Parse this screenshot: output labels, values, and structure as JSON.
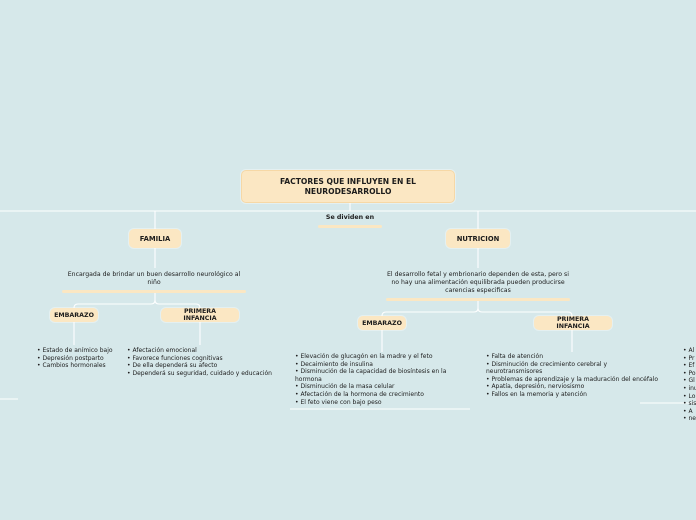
{
  "root": {
    "title": "FACTORES QUE INFLUYEN EN EL NEURODESARROLLO"
  },
  "connector": {
    "label": "Se dividen en"
  },
  "familia": {
    "title": "FAMILIA",
    "description": "Encargada de brindar un buen desarrollo neurológico al niño",
    "embarazo": {
      "title": "EMBARAZO",
      "items": [
        "Estado de anímico bajo",
        "Depresión postparto",
        "Cambios hormonales"
      ]
    },
    "primera_infancia": {
      "title": "PRIMERA INFANCIA",
      "items": [
        "Afectación emocional",
        "Favorece funciones cognitivas",
        "De ella dependerá su afecto",
        "Dependerá su seguridad, cuidado y educación"
      ]
    }
  },
  "nutricion": {
    "title": "NUTRICION",
    "description": "El desarrollo fetal y embrionario dependen de esta, pero si no hay una alimentación equilibrada pueden producirse carencias especificas",
    "embarazo": {
      "title": "EMBARAZO",
      "items": [
        "Elevación de glucagón en la madre y el feto",
        "Decaimiento de insulina",
        "Disminución de la capacidad de biosíntesis en la hormona",
        "Disminución de la masa celular",
        "Afectación de la hormona de crecimiento",
        "El feto viene con bajo peso"
      ]
    },
    "primera_infancia": {
      "title": "PRIMERA INFANCIA",
      "items": [
        "Falta de atención",
        "Disminución de crecimiento cerebral y neurotransmisores",
        "Problemas de aprendizaje y la maduración del encéfalo",
        "Apatía, depresión, nerviosismo",
        "Fallos en la memoria y atención"
      ]
    }
  },
  "offscreen_right": {
    "lines": [
      "Al",
      "Pr",
      "Ef",
      "Po",
      "Gl",
      "inu",
      "Lo",
      "sist",
      "A",
      "neu"
    ]
  }
}
